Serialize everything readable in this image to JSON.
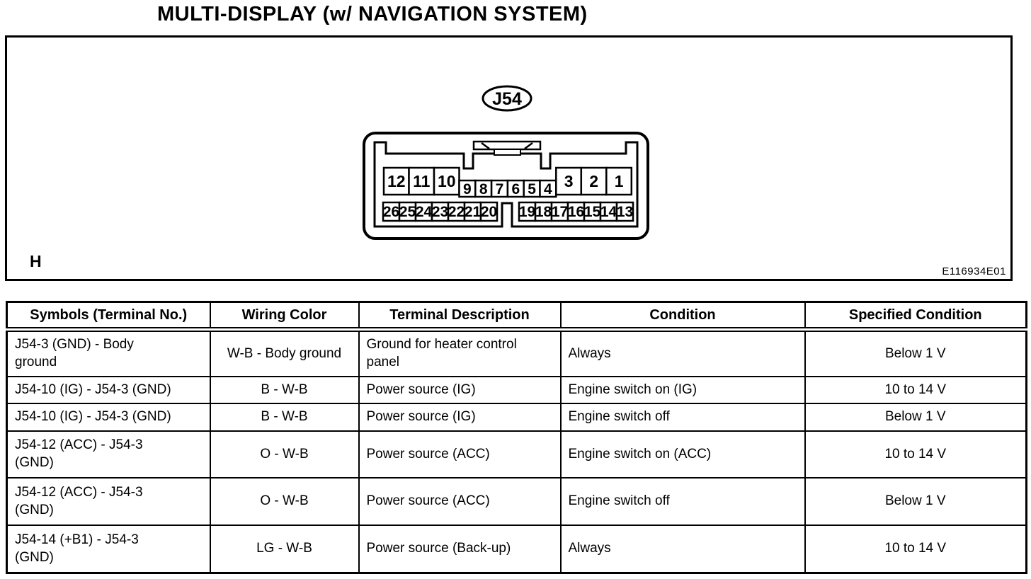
{
  "page": {
    "title": "MULTI-DISPLAY (w/ NAVIGATION SYSTEM)"
  },
  "figure": {
    "connector_label": "J54",
    "corner_label": "H",
    "figure_code": "E116934E01",
    "pins": {
      "top_left": [
        "12",
        "11",
        "10"
      ],
      "top_middle": [
        "9",
        "8",
        "7",
        "6",
        "5",
        "4"
      ],
      "top_right": [
        "3",
        "2",
        "1"
      ],
      "bottom_left": [
        "26",
        "25",
        "24",
        "23",
        "22",
        "21",
        "20"
      ],
      "bottom_right": [
        "19",
        "18",
        "17",
        "16",
        "15",
        "14",
        "13"
      ]
    }
  },
  "table": {
    "headers": [
      "Symbols (Terminal No.)",
      "Wiring Color",
      "Terminal Description",
      "Condition",
      "Specified Condition"
    ],
    "rows": [
      [
        "J54-3 (GND) - Body\nground",
        "W-B - Body ground",
        "Ground for heater control\npanel",
        "Always",
        "Below 1 V"
      ],
      [
        "J54-10 (IG) - J54-3 (GND)",
        "B - W-B",
        "Power source (IG)",
        "Engine switch on (IG)",
        "10 to 14 V"
      ],
      [
        "J54-10 (IG) - J54-3 (GND)",
        "B - W-B",
        "Power source (IG)",
        "Engine switch off",
        "Below 1 V"
      ],
      [
        "J54-12 (ACC) - J54-3\n(GND)",
        "O - W-B",
        "Power source (ACC)",
        "Engine switch on (ACC)",
        "10 to 14 V"
      ],
      [
        "J54-12 (ACC) - J54-3\n(GND)",
        "O - W-B",
        "Power source (ACC)",
        "Engine switch off",
        "Below 1 V"
      ],
      [
        "J54-14 (+B1) - J54-3\n(GND)",
        "LG - W-B",
        "Power source (Back-up)",
        "Always",
        "10 to 14 V"
      ]
    ]
  },
  "colors": {
    "ink": "#000000",
    "paper": "#ffffff"
  }
}
